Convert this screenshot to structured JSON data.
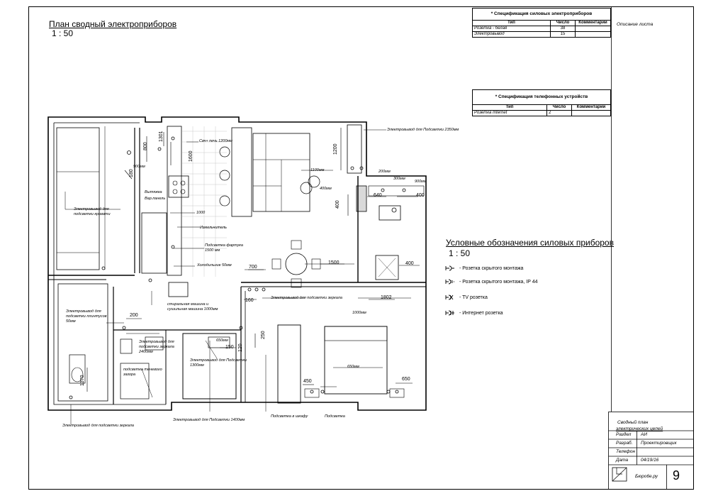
{
  "plan": {
    "title": "План сводный электроприборов",
    "scale": "1 : 50"
  },
  "spec_power": {
    "caption": "* Спецификация силовых электроприборов",
    "headers": [
      "Тип",
      "Число",
      "Комментарии"
    ],
    "rows": [
      {
        "type": "Розетка - белая",
        "count": "38",
        "comment": ""
      },
      {
        "type": "Электровывод",
        "count": "15",
        "comment": ""
      }
    ]
  },
  "spec_phone": {
    "caption": "* Спецификация телефонных устройств",
    "headers": [
      "Тип",
      "Число",
      "Комментарии"
    ],
    "rows": [
      {
        "type": "Розетка Internet",
        "count": "2",
        "comment": ""
      }
    ]
  },
  "side_note": "Описание листа",
  "legend": {
    "title": "Условные обозначения силовых приборов",
    "scale": "1 : 50",
    "items": [
      {
        "label": "- Розетка скрытого монтажа",
        "icon": "socket-icon"
      },
      {
        "label": "- Розетка скрытого монтажа, IP 44",
        "icon": "socket-ip44-icon"
      },
      {
        "label": "- TV розетка",
        "icon": "tv-socket-icon"
      },
      {
        "label": "- Интернет розетка",
        "icon": "internet-socket-icon"
      }
    ]
  },
  "stamp": {
    "title_line1": "Сводный план",
    "title_line2": "электрических цепей",
    "rows": [
      {
        "label": "Раздел",
        "value": "АИ"
      },
      {
        "label": "Разраб.",
        "value": "Проектировщик"
      },
      {
        "label": "Телефон",
        "value": ""
      },
      {
        "label": "Дата",
        "value": "04/19/16"
      }
    ],
    "company": "Бюро6е.ру",
    "sheet_number": "9"
  },
  "labels": {
    "svch": "Свч+ печь 1200мм",
    "el_2350": "Электровывод для Подсветки 2350мм",
    "d1100": "1100мм",
    "d200": "200мм",
    "d400mm": "400мм",
    "d900": "900мм",
    "d300": "300мм",
    "vytyazhka": "Вытяжка",
    "varpanel": "Вар.панель",
    "el_krovat": "Электровывод для подсветки кровати",
    "izmelchitel": "Измельчитель",
    "podsvetka_fartuk": "Подсветка фартука 1500 мм",
    "holodilnik": "Холодильник 50мм",
    "d700": "700",
    "d1500": "1500",
    "d400": "400",
    "d640": "640",
    "d1000": "1000",
    "d1000mm": "1000мм",
    "d1802": "1802",
    "d160": "160",
    "el_zerkalo": "Электровывод для подсветки зеркала",
    "stiralnaya": "стиральная машина и сушильная машина 1000мм",
    "el_plintus": "Электровывод для подсветки плинтусов 50мм",
    "d200b": "200",
    "el_zerkalo_2400": "Электровывод для подсветки зеркала 2400мм",
    "d650mm": "650мм",
    "d150": "150",
    "d250": "250",
    "d120": "120",
    "el_podsvetki_1300": "Электровывод для Подсветки 1300мм",
    "podsvetka_tenevogo": "подсветка теневого зазора",
    "d650mm_b": "650мм",
    "d450": "450",
    "d650": "650",
    "d1370": "1370",
    "el_zerkala_bottom": "Электровывод для подсветки зеркала",
    "el_1400": "Электровывод для Подсветки 1400мм",
    "podsvetka_shkaf": "Подсветка в шкафу",
    "podsvetka": "Подсветка",
    "d800": "800",
    "d1301": "1301",
    "d1600": "1600",
    "d180": "180",
    "d1200": "1200",
    "d400v": "400"
  }
}
